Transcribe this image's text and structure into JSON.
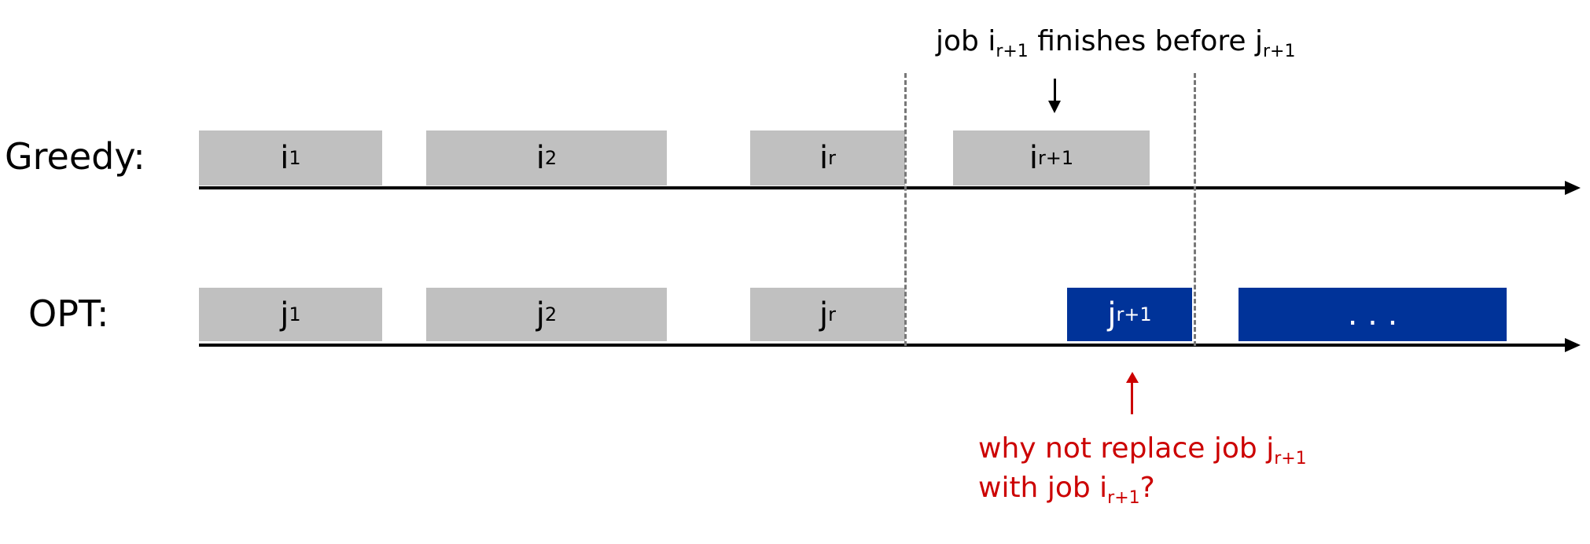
{
  "rows": {
    "greedy": {
      "label": "Greedy:",
      "jobs": [
        {
          "base": "i",
          "sub": "1"
        },
        {
          "base": "i",
          "sub": "2"
        },
        {
          "base": "i",
          "sub": "r"
        },
        {
          "base": "i",
          "sub": "r+1"
        }
      ]
    },
    "opt": {
      "label": "OPT:",
      "jobs": [
        {
          "base": "j",
          "sub": "1"
        },
        {
          "base": "j",
          "sub": "2"
        },
        {
          "base": "j",
          "sub": "r"
        },
        {
          "base": "j",
          "sub": "r+1"
        },
        {
          "base": ". . .",
          "sub": ""
        }
      ]
    }
  },
  "top_note": {
    "pre": "job i",
    "sub1": "r+1",
    "mid": " finishes before j",
    "sub2": "r+1"
  },
  "red_note": {
    "line1_pre": "why not replace job j",
    "line1_sub": "r+1",
    "line2_pre": "with job i",
    "line2_sub": "r+1",
    "line2_post": "?"
  },
  "colors": {
    "job_gray": "#c0c0c0",
    "highlight_blue": "#003399",
    "annotation_red": "#cc0000"
  }
}
